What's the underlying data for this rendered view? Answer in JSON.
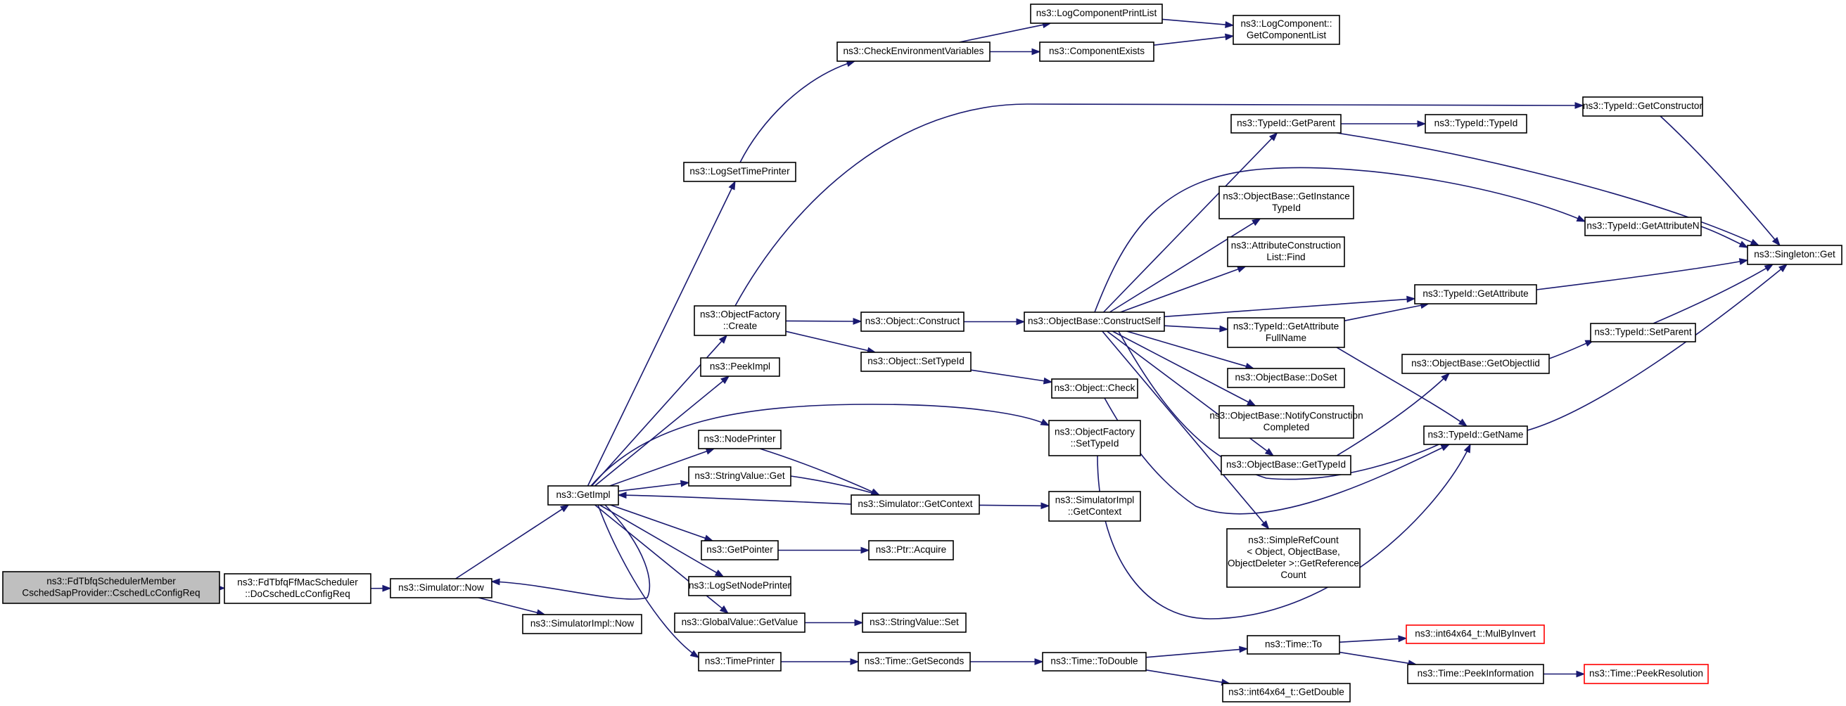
{
  "graph": {
    "nodes": [
      {
        "id": "root",
        "lines": [
          "ns3::FdTbfqSchedulerMember",
          "CschedSapProvider::CschedLcConfigReq"
        ],
        "style": "root"
      },
      {
        "id": "docsched",
        "lines": [
          "ns3::FdTbfqFfMacScheduler",
          "::DoCschedLcConfigReq"
        ]
      },
      {
        "id": "simnow",
        "lines": [
          "ns3::Simulator::Now"
        ]
      },
      {
        "id": "simimplnow",
        "lines": [
          "ns3::SimulatorImpl::Now"
        ]
      },
      {
        "id": "getimpl",
        "lines": [
          "ns3::GetImpl"
        ]
      },
      {
        "id": "logsettimeprinter",
        "lines": [
          "ns3::LogSetTimePrinter"
        ]
      },
      {
        "id": "checkenv",
        "lines": [
          "ns3::CheckEnvironmentVariables"
        ]
      },
      {
        "id": "logcompprintlist",
        "lines": [
          "ns3::LogComponentPrintList"
        ]
      },
      {
        "id": "compexists",
        "lines": [
          "ns3::ComponentExists"
        ]
      },
      {
        "id": "getcomplist",
        "lines": [
          "ns3::LogComponent::",
          "GetComponentList"
        ]
      },
      {
        "id": "objfactcreate",
        "lines": [
          "ns3::ObjectFactory",
          "::Create"
        ]
      },
      {
        "id": "peekimpl",
        "lines": [
          "ns3::PeekImpl"
        ]
      },
      {
        "id": "nodeprinter",
        "lines": [
          "ns3::NodePrinter"
        ]
      },
      {
        "id": "stringvalueget",
        "lines": [
          "ns3::StringValue::Get"
        ]
      },
      {
        "id": "getpointer",
        "lines": [
          "ns3::GetPointer"
        ]
      },
      {
        "id": "logsetnodeprinter",
        "lines": [
          "ns3::LogSetNodePrinter"
        ]
      },
      {
        "id": "globalvalueget",
        "lines": [
          "ns3::GlobalValue::GetValue"
        ]
      },
      {
        "id": "timeprinter",
        "lines": [
          "ns3::TimePrinter"
        ]
      },
      {
        "id": "objconstruct",
        "lines": [
          "ns3::Object::Construct"
        ]
      },
      {
        "id": "objsettypeid",
        "lines": [
          "ns3::Object::SetTypeId"
        ]
      },
      {
        "id": "simgetcontext",
        "lines": [
          "ns3::Simulator::GetContext"
        ]
      },
      {
        "id": "ptracquire",
        "lines": [
          "ns3::Ptr::Acquire"
        ]
      },
      {
        "id": "stringvalueset",
        "lines": [
          "ns3::StringValue::Set"
        ]
      },
      {
        "id": "timegetseconds",
        "lines": [
          "ns3::Time::GetSeconds"
        ]
      },
      {
        "id": "objbaseconstructself",
        "lines": [
          "ns3::ObjectBase::ConstructSelf"
        ]
      },
      {
        "id": "objcheck",
        "lines": [
          "ns3::Object::Check"
        ]
      },
      {
        "id": "objfactsettypeid",
        "lines": [
          "ns3::ObjectFactory",
          "::SetTypeId"
        ]
      },
      {
        "id": "simimplgetcontext",
        "lines": [
          "ns3::SimulatorImpl",
          "::GetContext"
        ]
      },
      {
        "id": "timetodouble",
        "lines": [
          "ns3::Time::ToDouble"
        ]
      },
      {
        "id": "typeidgetparent",
        "lines": [
          "ns3::TypeId::GetParent"
        ]
      },
      {
        "id": "objbasegetinstancetypeid",
        "lines": [
          "ns3::ObjectBase::GetInstance",
          "TypeId"
        ]
      },
      {
        "id": "attrconstructionlistfind",
        "lines": [
          "ns3::AttributeConstruction",
          "List::Find"
        ]
      },
      {
        "id": "typeidgetattributefullname",
        "lines": [
          "ns3::TypeId::GetAttribute",
          "FullName"
        ]
      },
      {
        "id": "objbasedoset",
        "lines": [
          "ns3::ObjectBase::DoSet"
        ]
      },
      {
        "id": "objbasenotify",
        "lines": [
          "ns3::ObjectBase::NotifyConstruction",
          "Completed"
        ]
      },
      {
        "id": "objbasegettypeid",
        "lines": [
          "ns3::ObjectBase::GetTypeId"
        ]
      },
      {
        "id": "simplerefcount",
        "lines": [
          "ns3::SimpleRefCount",
          "< Object, ObjectBase,",
          "ObjectDeleter >::GetReference",
          "Count"
        ]
      },
      {
        "id": "timeto",
        "lines": [
          "ns3::Time::To"
        ]
      },
      {
        "id": "int64getdouble",
        "lines": [
          "ns3::int64x64_t::GetDouble"
        ]
      },
      {
        "id": "typeidtypeid",
        "lines": [
          "ns3::TypeId::TypeId"
        ]
      },
      {
        "id": "typeidgetconstructor",
        "lines": [
          "ns3::TypeId::GetConstructor"
        ]
      },
      {
        "id": "typeidgetattributen",
        "lines": [
          "ns3::TypeId::GetAttributeN"
        ]
      },
      {
        "id": "typeidgetattribute",
        "lines": [
          "ns3::TypeId::GetAttribute"
        ]
      },
      {
        "id": "objbasegetobjectiid",
        "lines": [
          "ns3::ObjectBase::GetObjectIid"
        ]
      },
      {
        "id": "typeidgetname",
        "lines": [
          "ns3::TypeId::GetName"
        ]
      },
      {
        "id": "int64mulbyinvert",
        "lines": [
          "ns3::int64x64_t::MulByInvert"
        ],
        "style": "trunc"
      },
      {
        "id": "timepeekinformation",
        "lines": [
          "ns3::Time::PeekInformation"
        ]
      },
      {
        "id": "typeidsetparent",
        "lines": [
          "ns3::TypeId::SetParent"
        ]
      },
      {
        "id": "singletonget",
        "lines": [
          "ns3::Singleton::Get"
        ]
      },
      {
        "id": "timepeekresolution",
        "lines": [
          "ns3::Time::PeekResolution"
        ],
        "style": "trunc"
      }
    ],
    "edges": [
      [
        "root",
        "docsched"
      ],
      [
        "docsched",
        "simnow"
      ],
      [
        "simnow",
        "getimpl"
      ],
      [
        "simnow",
        "simimplnow"
      ],
      [
        "getimpl",
        "logsettimeprinter"
      ],
      [
        "getimpl",
        "objfactcreate"
      ],
      [
        "getimpl",
        "peekimpl"
      ],
      [
        "getimpl",
        "nodeprinter"
      ],
      [
        "getimpl",
        "stringvalueget"
      ],
      [
        "getimpl",
        "getpointer"
      ],
      [
        "getimpl",
        "logsetnodeprinter"
      ],
      [
        "getimpl",
        "globalvalueget"
      ],
      [
        "getimpl",
        "timeprinter"
      ],
      [
        "getimpl",
        "objfactsettypeid"
      ],
      [
        "getimpl",
        "simnow"
      ],
      [
        "logsettimeprinter",
        "checkenv"
      ],
      [
        "checkenv",
        "logcompprintlist"
      ],
      [
        "checkenv",
        "compexists"
      ],
      [
        "logcompprintlist",
        "getcomplist"
      ],
      [
        "compexists",
        "getcomplist"
      ],
      [
        "objfactcreate",
        "objconstruct"
      ],
      [
        "objfactcreate",
        "objsettypeid"
      ],
      [
        "objfactcreate",
        "typeidgetconstructor"
      ],
      [
        "objconstruct",
        "objbaseconstructself"
      ],
      [
        "objsettypeid",
        "objcheck"
      ],
      [
        "objcheck",
        "typeidgetname"
      ],
      [
        "nodeprinter",
        "simgetcontext"
      ],
      [
        "stringvalueget",
        "simgetcontext"
      ],
      [
        "simgetcontext",
        "getimpl"
      ],
      [
        "simgetcontext",
        "simimplgetcontext"
      ],
      [
        "getpointer",
        "ptracquire"
      ],
      [
        "globalvalueget",
        "stringvalueset"
      ],
      [
        "timeprinter",
        "timegetseconds"
      ],
      [
        "timegetseconds",
        "timetodouble"
      ],
      [
        "timetodouble",
        "timeto"
      ],
      [
        "timetodouble",
        "int64getdouble"
      ],
      [
        "timeto",
        "int64mulbyinvert"
      ],
      [
        "timeto",
        "timepeekinformation"
      ],
      [
        "timepeekinformation",
        "timepeekresolution"
      ],
      [
        "objfactsettypeid",
        "typeidgetname"
      ],
      [
        "objbaseconstructself",
        "typeidgetparent"
      ],
      [
        "objbaseconstructself",
        "typeidgetattributen"
      ],
      [
        "objbaseconstructself",
        "objbasegetinstancetypeid"
      ],
      [
        "objbaseconstructself",
        "attrconstructionlistfind"
      ],
      [
        "objbaseconstructself",
        "typeidgetattribute"
      ],
      [
        "objbaseconstructself",
        "typeidgetattributefullname"
      ],
      [
        "objbaseconstructself",
        "objbasedoset"
      ],
      [
        "objbaseconstructself",
        "objbasenotify"
      ],
      [
        "objbaseconstructself",
        "objbasegettypeid"
      ],
      [
        "objbaseconstructself",
        "simplerefcount"
      ],
      [
        "objbaseconstructself",
        "typeidgetname"
      ],
      [
        "typeidgetparent",
        "typeidtypeid"
      ],
      [
        "typeidgetparent",
        "singletonget"
      ],
      [
        "typeidgetconstructor",
        "singletonget"
      ],
      [
        "typeidgetattributen",
        "singletonget"
      ],
      [
        "typeidgetattribute",
        "singletonget"
      ],
      [
        "typeidgetattributefullname",
        "typeidgetattribute"
      ],
      [
        "typeidgetattributefullname",
        "typeidgetname"
      ],
      [
        "objbasegettypeid",
        "objbasegetobjectiid"
      ],
      [
        "objbasegetobjectiid",
        "typeidsetparent"
      ],
      [
        "typeidsetparent",
        "singletonget"
      ],
      [
        "typeidgetname",
        "singletonget"
      ]
    ]
  }
}
